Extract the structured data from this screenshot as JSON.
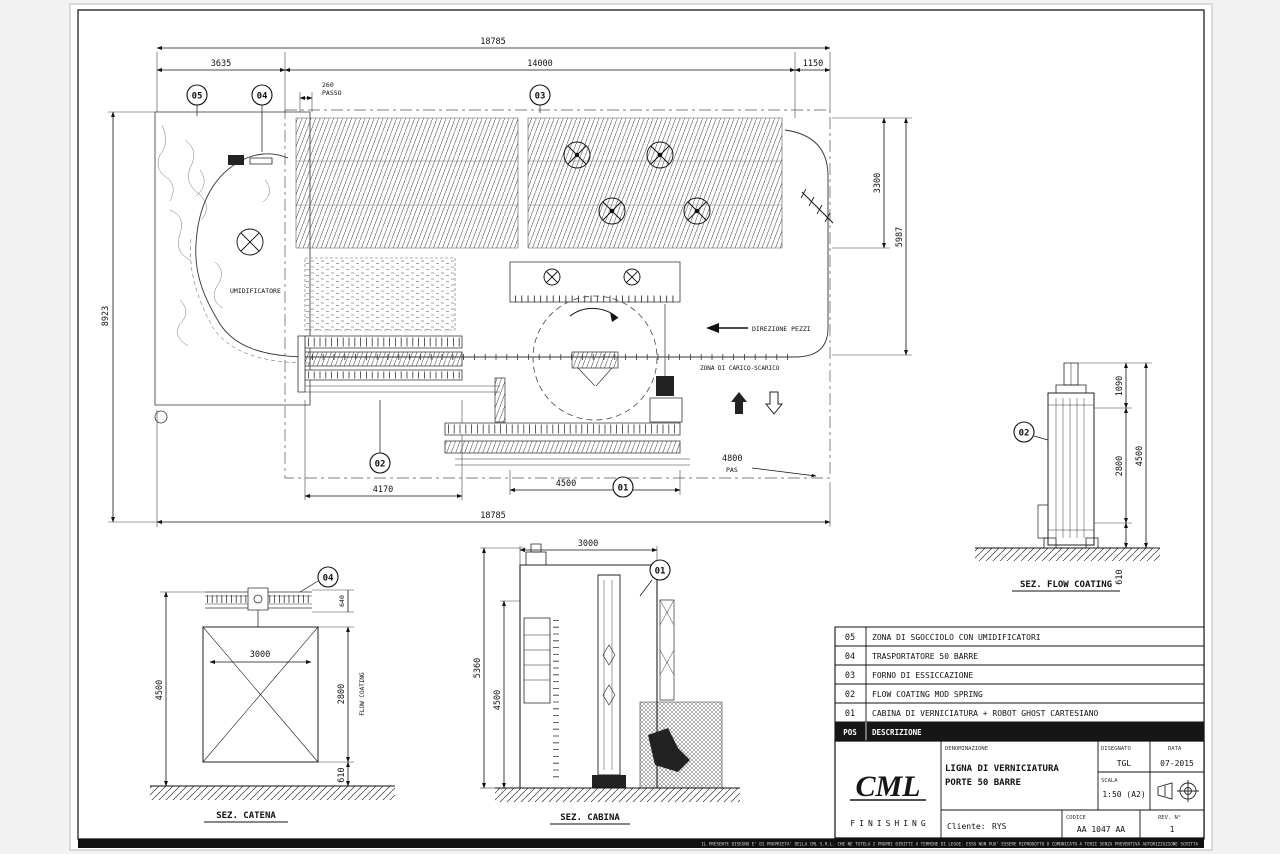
{
  "sheet": {
    "disclaimer": "IL PRESENTE DISEGNO E' DI PROPRIETA' DELLA CML S.R.L. CHE NE TUTELA I PROPRI DIRITTI A TERMINE DI LEGGE. ESSO NON PUO' ESSERE RIPRODOTTO O COMUNICATO A TERZI SENZA PREVENTIVA AUTORIZZAZIONE SCRITTA"
  },
  "plan": {
    "dim_total_top": "18785",
    "dim_3635": "3635",
    "dim_14000": "14000",
    "dim_1150": "1150",
    "dim_260": "260",
    "passo": "PASSO",
    "balloon_05": "05",
    "balloon_04": "04",
    "balloon_03": "03",
    "balloon_02": "02",
    "balloon_01": "01",
    "dim_3300": "3300",
    "dim_5987": "5987",
    "dim_8923": "8923",
    "umidificatore": "UMIDIFICATORE",
    "direzione_pezzi": "DIREZIONE PEZZI",
    "zona_carico": "ZONA DI CARICO-SCARICO",
    "dim_4170": "4170",
    "dim_4500": "4500",
    "dim_4800": "4800",
    "pas": "PAS",
    "dim_total_bottom": "18785"
  },
  "sez_catena": {
    "title": "SEZ. CATENA",
    "balloon": "04",
    "dim_640": "640",
    "dim_3000": "3000",
    "dim_4500": "4500",
    "dim_2800": "2800",
    "flow_coating_label": "FLOW COATING",
    "dim_610": "610"
  },
  "sez_cabina": {
    "title": "SEZ. CABINA",
    "balloon": "01",
    "dim_3000": "3000",
    "dim_5360": "5360",
    "dim_4500": "4500"
  },
  "sez_flow": {
    "title": "SEZ. FLOW COATING",
    "balloon": "02",
    "dim_1090": "1090",
    "dim_2800": "2800",
    "dim_4500": "4500",
    "dim_610": "610"
  },
  "parts_list": {
    "header_pos": "POS",
    "header_desc": "DESCRIZIONE",
    "rows": [
      {
        "pos": "05",
        "desc": "ZONA DI SGOCCIOLO CON UMIDIFICATORI"
      },
      {
        "pos": "04",
        "desc": "TRASPORTATORE 50 BARRE"
      },
      {
        "pos": "03",
        "desc": "FORNO DI ESSICCAZIONE"
      },
      {
        "pos": "02",
        "desc": "FLOW COATING MOD SPRING"
      },
      {
        "pos": "01",
        "desc": "CABINA DI VERNICIATURA + ROBOT GHOST CARTESIANO"
      }
    ]
  },
  "title_block": {
    "logo_text": "CML",
    "logo_sub": "FINISHING",
    "denominazione_label": "DENOMINAZIONE",
    "denominazione_line1": "LIGNA DI VERNICIATURA",
    "denominazione_line2": "PORTE 50 BARRE",
    "disegnato_label": "DISEGNATO",
    "disegnato": "TGL",
    "data_label": "DATA",
    "data": "07-2015",
    "scala_label": "SCALA",
    "scala": "1:50 (A2)",
    "cliente_label": "Cliente:",
    "cliente": "RYS",
    "codice_label": "CODICE",
    "codice": "AA 1047 AA",
    "rev_label": "REV. N°",
    "rev": "1"
  }
}
